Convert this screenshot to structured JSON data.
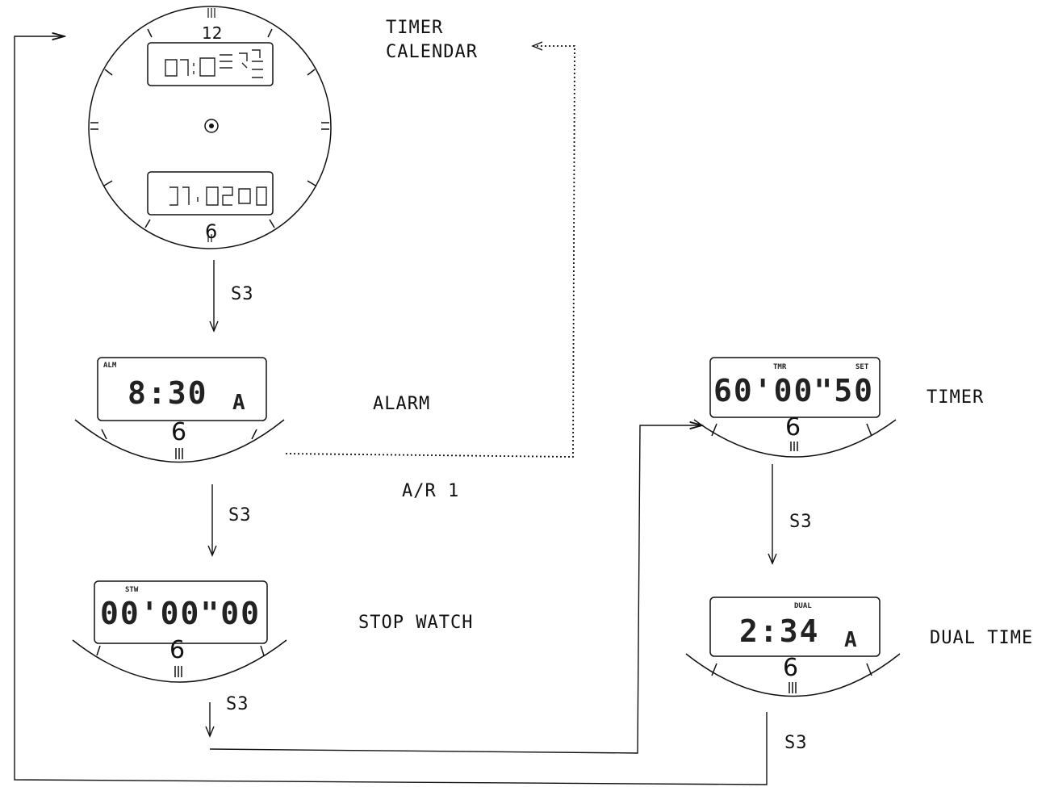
{
  "modes": {
    "timer_calendar": {
      "label_line1": "TIMER",
      "label_line2": "CALENDAR"
    },
    "alarm": {
      "label": "ALARM",
      "indicator": "ALM",
      "display": "8:30",
      "ampm": "A"
    },
    "alarm_sub": {
      "label": "A/R 1"
    },
    "stopwatch": {
      "label": "STOP WATCH",
      "indicator": "STW",
      "display": "00'00\"00"
    },
    "timer": {
      "label": "TIMER",
      "indicator": "TMR",
      "set_indicator": "SET",
      "display": "60'00\"50"
    },
    "dual_time": {
      "label": "DUAL TIME",
      "indicator": "DUAL",
      "display": "2:34",
      "ampm": "A"
    }
  },
  "dial": {
    "top_numeral": "12",
    "bottom_numeral": "6"
  },
  "buttons": {
    "s3_1": "S3",
    "s3_2": "S3",
    "s3_3": "S3",
    "s3_4": "S3",
    "s3_5": "S3"
  },
  "colors": {
    "line": "#111111",
    "background": "#ffffff"
  }
}
